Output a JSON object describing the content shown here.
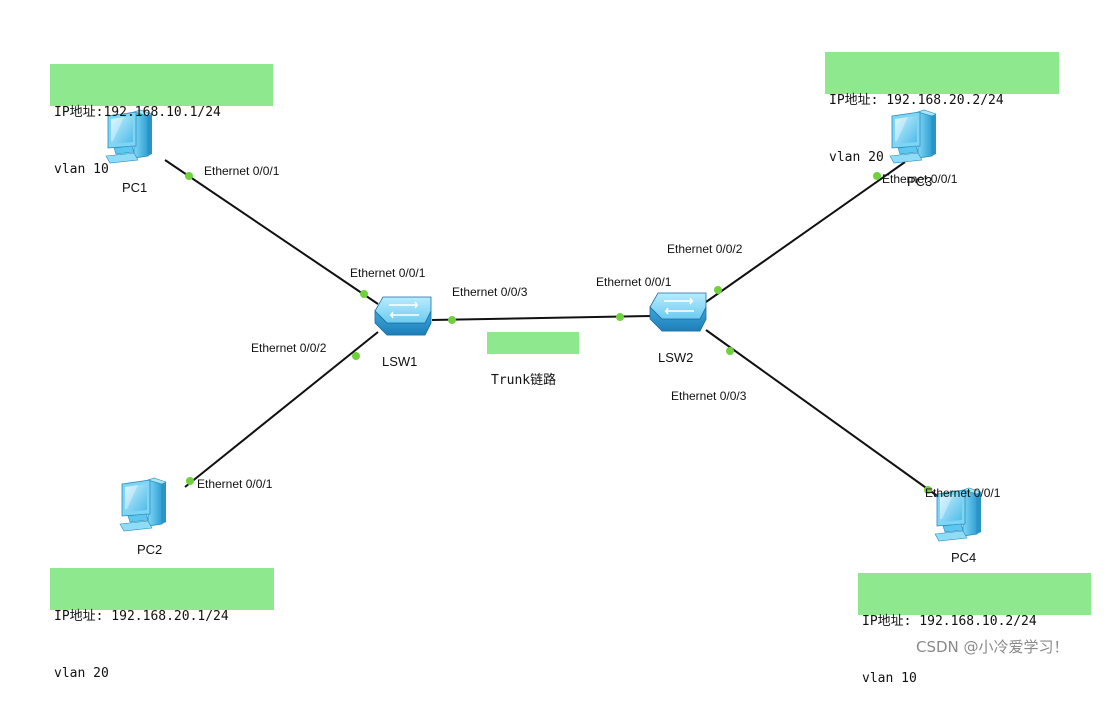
{
  "devices": {
    "pc1": {
      "label": "PC1"
    },
    "pc2": {
      "label": "PC2"
    },
    "pc3": {
      "label": "PC3"
    },
    "pc4": {
      "label": "PC4"
    },
    "lsw1": {
      "label": "LSW1"
    },
    "lsw2": {
      "label": "LSW2"
    }
  },
  "ports": {
    "pc1_eth": "Ethernet 0/0/1",
    "lsw1_e1": "Ethernet 0/0/1",
    "lsw1_e2": "Ethernet 0/0/2",
    "lsw1_e3": "Ethernet 0/0/3",
    "pc2_eth": "Ethernet 0/0/1",
    "lsw2_e1": "Ethernet 0/0/1",
    "lsw2_e2": "Ethernet 0/0/2",
    "lsw2_e3": "Ethernet 0/0/3",
    "pc3_eth": "Ethernet 0/0/1",
    "pc4_eth": "Ethernet 0/0/1"
  },
  "notes": {
    "pc1": {
      "ip": "IP地址:192.168.10.1/24",
      "vlan": "vlan 10"
    },
    "pc2": {
      "ip": "IP地址: 192.168.20.1/24",
      "vlan": "vlan 20"
    },
    "pc3": {
      "ip": "IP地址: 192.168.20.2/24",
      "vlan": "vlan 20"
    },
    "pc4": {
      "ip": "IP地址: 192.168.10.2/24",
      "vlan": "vlan 10"
    },
    "trunk": "Trunk链路"
  },
  "colors": {
    "note_bg": "#8ee88e",
    "link": "#111111",
    "port_dot": "#6fd13b",
    "pc_body": "#5cc8ef",
    "switch_body": "#3aa8dc"
  },
  "icons": {
    "pc": "desktop-pc-icon",
    "switch": "ethernet-switch-icon"
  },
  "watermark": "CSDN @小冷爱学习！"
}
